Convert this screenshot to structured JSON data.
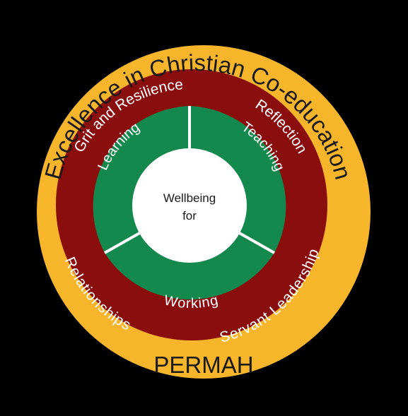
{
  "colors": {
    "background": "#000000",
    "outer_ring": "#F7B52C",
    "outer_text": "#1A1A1A",
    "middle_ring": "#8B0E0E",
    "middle_text": "#FFFFFF",
    "inner_ring": "#13894E",
    "inner_text": "#FFFFFF",
    "center": "#FFFFFF",
    "center_text": "#1A1A1A"
  },
  "outer_ring": {
    "top_text": "Excellence in Christian Co-education",
    "bottom_text": "PERMAH"
  },
  "middle_ring": {
    "labels": {
      "grit": "Grit and Resilience",
      "reflection": "Reflection",
      "relationships": "Relationships",
      "servant": "Servant Leadership"
    }
  },
  "inner_ring": {
    "segments": {
      "learning": "Learning",
      "teaching": "Teaching",
      "working": "Working"
    }
  },
  "center": {
    "line1": "Wellbeing",
    "line2": "for"
  }
}
